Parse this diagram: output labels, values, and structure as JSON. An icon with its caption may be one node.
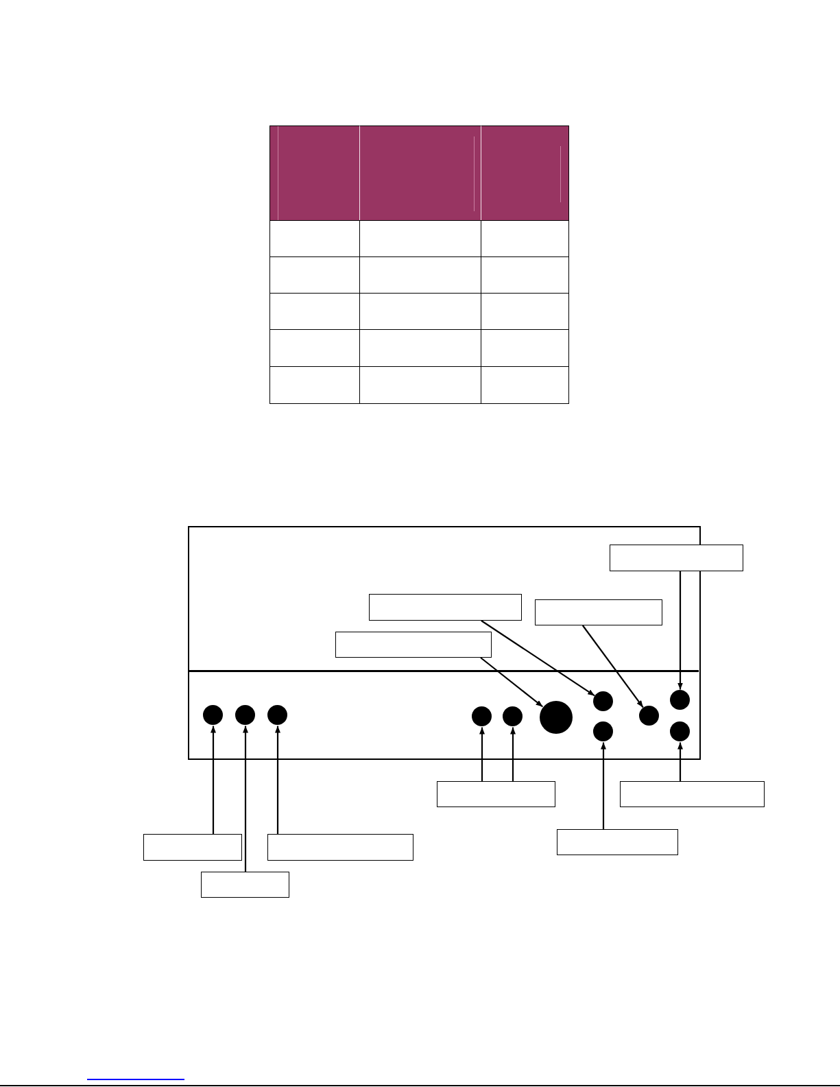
{
  "diagram": {
    "nodes": [
      {
        "text": [],
        "shape": "box"
      },
      {
        "text": [],
        "shape": "box"
      },
      {
        "text": [],
        "shape": "box",
        "in": 0
      },
      {
        "text": [],
        "shape": "box",
        "in": 0
      },
      {
        "text": [],
        "shape": "box",
        "in": 0
      },
      {
        "text": [],
        "shape": "circle",
        "in": 0
      },
      {
        "text": [],
        "shape": "circle",
        "in": 0
      },
      {
        "text": [],
        "shape": "circle",
        "in": 0
      },
      {
        "text": [],
        "shape": "circle",
        "in": 0
      },
      {
        "text": [],
        "shape": "circle",
        "in": 0
      },
      {
        "text": [],
        "shape": "circle",
        "in": 0
      },
      {
        "text": [],
        "shape": "circle",
        "in": 0
      },
      {
        "text": [],
        "shape": "circle",
        "in": 0
      },
      {
        "text": [],
        "shape": "circle",
        "in": 0
      },
      {
        "text": [],
        "shape": "circle",
        "in": 0
      },
      {
        "text": [],
        "shape": "circle",
        "in": 0
      },
      {
        "text": [],
        "shape": "box"
      },
      {
        "text": [],
        "shape": "box"
      },
      {
        "text": [],
        "shape": "box"
      },
      {
        "text": [],
        "shape": "box"
      },
      {
        "text": [],
        "shape": "box"
      },
      {
        "text": [],
        "shape": "box"
      }
    ],
    "edges": [
      {
        "from": 1,
        "to": 14,
        "arrow": "to"
      },
      {
        "from": 2,
        "to": 11,
        "arrow": "to"
      },
      {
        "from": 3,
        "to": 13,
        "arrow": "to"
      },
      {
        "from": 4,
        "to": 10,
        "arrow": "to"
      },
      {
        "from": 16,
        "to": 8,
        "arrow": "to"
      },
      {
        "from": 16,
        "to": 9,
        "arrow": "to"
      },
      {
        "from": 17,
        "to": 15,
        "arrow": "to"
      },
      {
        "from": 18,
        "to": 5,
        "arrow": "to"
      },
      {
        "from": 19,
        "to": 7,
        "arrow": "to"
      },
      {
        "from": 20,
        "to": 12,
        "arrow": "to"
      },
      {
        "from": 21,
        "to": 6,
        "arrow": "to"
      }
    ]
  }
}
